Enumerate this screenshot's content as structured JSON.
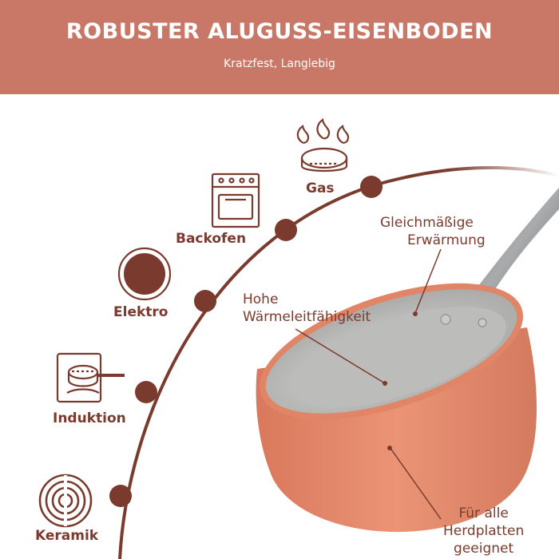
{
  "header": {
    "title": "ROBUSTER ALUGUSS-EISENBODEN",
    "subtitle": "Kratzfest, Langlebig"
  },
  "stovetypes": [
    {
      "label": "Gas",
      "icon": "gas-burner-icon"
    },
    {
      "label": "Backofen",
      "icon": "oven-icon"
    },
    {
      "label": "Elektro",
      "icon": "electric-hotplate-icon"
    },
    {
      "label": "Induktion",
      "icon": "induction-hob-icon"
    },
    {
      "label": "Keramik",
      "icon": "ceramic-hob-icon"
    }
  ],
  "annotations": {
    "even_heating_line1": "Gleichmäßige",
    "even_heating_line2": "Erwärmung",
    "conductivity_line1": "Hohe",
    "conductivity_line2": "Wärmeleitfähigkeit",
    "all_stoves_line1": "Für alle",
    "all_stoves_line2": "Herdplatten",
    "all_stoves_line3": "geeignet"
  },
  "colors": {
    "banner": "#c97766",
    "brown": "#7a3b2e",
    "pan_exterior": "#e3876a",
    "pan_interior": "#c8c8c6",
    "handle": "#8a8c8e"
  }
}
